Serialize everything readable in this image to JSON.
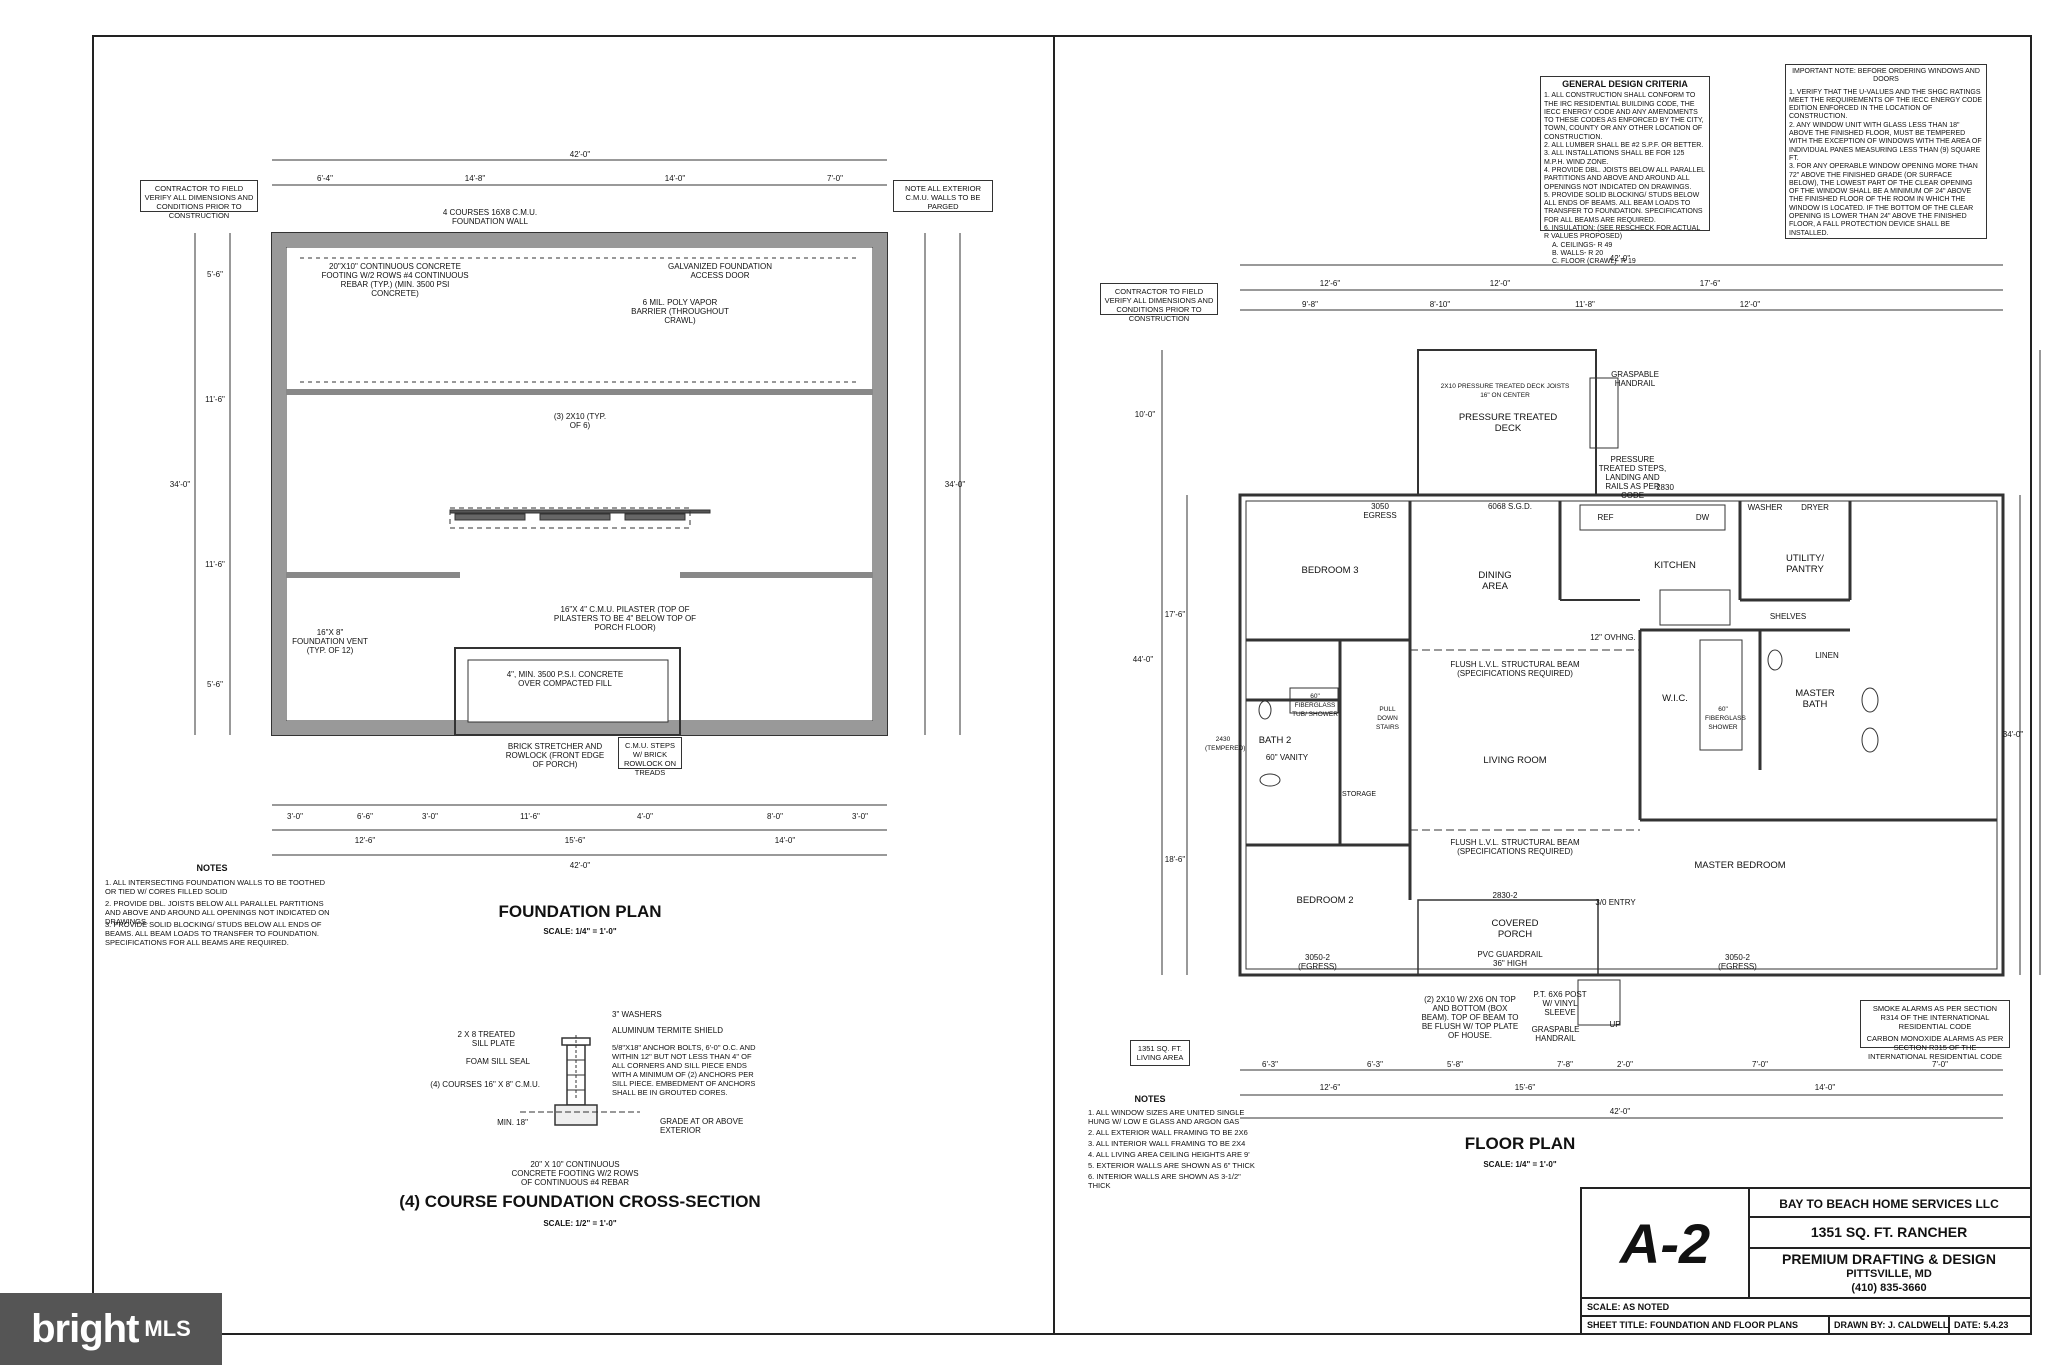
{
  "foundation": {
    "title": "FOUNDATION PLAN",
    "scale": "SCALE: 1/4\" = 1'-0\"",
    "verify_note": "CONTRACTOR TO FIELD VERIFY ALL DIMENSIONS AND CONDITIONS PRIOR TO CONSTRUCTION",
    "parge_note": "NOTE ALL EXTERIOR C.M.U. WALLS TO BE PARGED",
    "overall_dim": "42'-0\"",
    "top_dims": [
      "6'-4\"",
      "14'-8\"",
      "14'-0\"",
      "7'-0\""
    ],
    "bottom_dims_a": [
      "3'-0\"",
      "6'-6\"",
      "3'-0\"",
      "11'-6\"",
      "4'-0\"",
      "8'-0\"",
      "3'-0\""
    ],
    "bottom_dims_b": [
      "12'-6\"",
      "15'-6\"",
      "14'-0\""
    ],
    "left_dims": [
      "5'-6\"",
      "11'-6\"",
      "11'-6\"",
      "5'-6\""
    ],
    "depth_dim": "34'-0\"",
    "labels": {
      "cmu_wall": "4 COURSES 16x8 C.M.U. FOUNDATION WALL",
      "footing": "20\"x10\" CONTINUOUS CONCRETE FOOTING W/2 ROWS #4 CONTINUOUS REBAR (TYP.) (MIN. 3500 PSI CONCRETE)",
      "access_door": "GALVANIZED FOUNDATION ACCESS DOOR",
      "vapor": "6 MIL. POLY VAPOR BARRIER (THROUGHOUT CRAWL)",
      "beam": "(3) 2x10 (TYP. OF 6)",
      "pilaster": "16\"x 4\" C.M.U. PILASTER (TOP OF PILASTERS TO BE 4\" BELOW TOP OF PORCH FLOOR)",
      "vent": "16\"x 8\" FOUNDATION VENT (TYP. OF 12)",
      "concrete": "4\", MIN. 3500 P.S.I. CONCRETE OVER COMPACTED FILL",
      "brick": "BRICK STRETCHER AND ROWLOCK (FRONT EDGE OF PORCH)",
      "steps": "C.M.U. STEPS W/ BRICK ROWLOCK ON TREADS"
    },
    "notes_heading": "NOTES",
    "notes": [
      "1. ALL INTERSECTING FOUNDATION WALLS TO BE TOOTHED OR TIED W/ CORES FILLED SOLID",
      "2. PROVIDE DBL. JOISTS BELOW ALL PARALLEL PARTITIONS AND ABOVE AND AROUND ALL OPENINGS NOT INDICATED ON DRAWINGS.",
      "3. PROVIDE SOLID BLOCKING/ STUDS BELOW ALL ENDS OF BEAMS. ALL BEAM LOADS TO TRANSFER TO FOUNDATION. SPECIFICATIONS FOR ALL BEAMS ARE REQUIRED."
    ]
  },
  "section": {
    "title": "(4) COURSE FOUNDATION CROSS-SECTION",
    "scale": "SCALE: 1/2\" = 1'-0\"",
    "labels": {
      "sill": "2 x 8 TREATED SILL PLATE",
      "washers": "3\" WASHERS",
      "termite": "ALUMINUM TERMITE SHIELD",
      "seal": "FOAM SILL SEAL",
      "bolts": "5/8\"x18\" ANCHOR BOLTS, 6'-0\" O.C. AND WITHIN 12\" BUT NOT LESS THAN 4\" OF ALL CORNERS AND SILL PIECE ENDS WITH A MINIMUM OF (2) ANCHORS PER SILL PIECE. EMBEDMENT OF ANCHORS SHALL BE IN GROUTED CORES.",
      "courses": "(4) COURSES 16\" x 8\" C.M.U.",
      "min": "MIN. 18\"",
      "grade": "GRADE AT OR ABOVE EXTERIOR",
      "footing": "20\" x 10\" CONTINUOUS CONCRETE FOOTING W/2 ROWS OF CONTINUOUS #4 REBAR"
    }
  },
  "floor": {
    "title": "FLOOR PLAN",
    "scale": "SCALE: 1/4\" = 1'-0\"",
    "verify_note": "CONTRACTOR TO FIELD VERIFY ALL DIMENSIONS AND CONDITIONS PRIOR TO CONSTRUCTION",
    "criteria_title": "GENERAL DESIGN CRITERIA",
    "criteria": [
      "1. ALL CONSTRUCTION SHALL CONFORM TO THE IRC RESIDENTIAL BUILDING CODE, THE IECC ENERGY CODE AND ANY AMENDMENTS TO THESE CODES AS ENFORCED BY THE CITY, TOWN, COUNTY OR ANY OTHER LOCATION OF CONSTRUCTION.",
      "2. ALL LUMBER SHALL BE #2 S.P.F. OR BETTER.",
      "3. ALL INSTALLATIONS SHALL BE FOR 125 M.P.H. WIND ZONE.",
      "4. PROVIDE DBL. JOISTS BELOW ALL PARALLEL PARTITIONS AND ABOVE AND AROUND ALL OPENINGS NOT INDICATED ON DRAWINGS.",
      "5. PROVIDE SOLID BLOCKING/ STUDS BELOW ALL ENDS OF BEAMS. ALL BEAM LOADS TO TRANSFER TO FOUNDATION. SPECIFICATIONS FOR ALL BEAMS ARE REQUIRED.",
      "6. INSULATION: (SEE RESCHECK FOR ACTUAL R VALUES PROPOSED)",
      "A. CEILINGS- R 49",
      "B. WALLS- R 20",
      "C. FLOOR (CRAWL)- R 19"
    ],
    "important_title": "IMPORTANT NOTE: BEFORE ORDERING WINDOWS AND DOORS",
    "important": [
      "1. VERIFY THAT THE U-VALUES AND THE SHGC RATINGS MEET THE REQUIREMENTS OF THE IECC ENERGY CODE EDITION ENFORCED IN THE LOCATION OF CONSTRUCTION.",
      "2. ANY WINDOW UNIT WITH GLASS LESS THAN 18\" ABOVE THE FINISHED FLOOR, MUST BE TEMPERED WITH THE EXCEPTION OF WINDOWS WITH THE AREA OF INDIVIDUAL PANES MEASURING LESS THAN (9) SQUARE FT.",
      "3. FOR ANY OPERABLE WINDOW OPENING MORE THAN 72\" ABOVE THE FINISHED GRADE (OR SURFACE BELOW), THE LOWEST PART OF THE CLEAR OPENING OF THE WINDOW SHALL BE A MINIMUM OF 24\" ABOVE THE FINISHED FLOOR OF THE ROOM IN WHICH THE WINDOW IS LOCATED. IF THE BOTTOM OF THE CLEAR OPENING IS LOWER THAN 24\" ABOVE THE FINISHED FLOOR, A FALL PROTECTION DEVICE SHALL BE INSTALLED."
    ],
    "smoke_note": "SMOKE ALARMS AS PER SECTION R314 OF THE INTERNATIONAL RESIDENTIAL CODE",
    "co_note": "CARBON MONOXIDE ALARMS AS PER SECTION R315 OF THE INTERNATIONAL RESIDENTIAL CODE",
    "living_area": "1351 SQ. FT. LIVING AREA",
    "overall_dim": "42'-0\"",
    "top_dims": [
      "12'-6\"",
      "12'-0\"",
      "17'-6\""
    ],
    "top_dims_b": [
      "9'-8\"",
      "8'-10\"",
      "11'-8\"",
      "12'-0\""
    ],
    "bottom_dims_a": [
      "6'-3\"",
      "6'-3\"",
      "5'-8\"",
      "7'-8\"",
      "2'-0\"",
      "7'-0\"",
      "7'-0\""
    ],
    "bottom_dims_b": [
      "12'-6\"",
      "15'-6\"",
      "14'-0\""
    ],
    "left_dims": [
      "10'-0\"",
      "17'-6\"",
      "18'-6\""
    ],
    "depth_dims": [
      "44'-0\"",
      "34'-0\""
    ],
    "rooms": {
      "deck": "PRESSURE TREATED DECK",
      "bedroom3": "BEDROOM 3",
      "dining": "DINING AREA",
      "kitchen": "KITCHEN",
      "utility": "UTILITY/ PANTRY",
      "bath2": "BATH 2",
      "living": "LIVING ROOM",
      "wic": "W.I.C.",
      "master_bath": "MASTER BATH",
      "master_bed": "MASTER BEDROOM",
      "bedroom2": "BEDROOM 2",
      "porch": "COVERED PORCH",
      "storage": "STORAGE",
      "linen": "LINEN",
      "shelves": "SHELVES"
    },
    "labels": {
      "deck_joists": "2x10 PRESSURE TREATED DECK JOISTS 16\" ON CENTER",
      "handrail": "GRASPABLE HANDRAIL",
      "steps": "PRESSURE TREATED STEPS, LANDING AND RAILS AS PER CODE",
      "win_3050": "3050 EGRESS",
      "sgd": "6068 S.G.D.",
      "win_2830": "2830",
      "beam1": "FLUSH L.V.L. STRUCTURAL BEAM (SPECIFICATIONS REQUIRED)",
      "beam2": "FLUSH L.V.L. STRUCTURAL BEAM (SPECIFICATIONS REQUIRED)",
      "tub": "60\" FIBERGLASS TUB/ SHOWER",
      "vanity": "60\" VANITY",
      "shower": "60\" FIBERGLASS SHOWER",
      "entry": "3/0 ENTRY",
      "guardrail": "PVC GUARDRAIL 36\" HIGH",
      "post": "P.T. 6x6 POST W/ VINYL SLEEVE",
      "boxbeam": "(2) 2x10 W/ 2x6 ON TOP AND BOTTOM (BOX BEAM). TOP OF BEAM TO BE FLUSH W/ TOP PLATE OF HOUSE.",
      "handrail2": "GRASPABLE HANDRAIL",
      "ovhng": "12\" OVHNG.",
      "pull_stairs": "PULL DOWN STAIRS",
      "win_2430": "2430 (TEMPERED)",
      "win_3050_2a": "3050-2 (EGRESS)",
      "win_3050_2b": "3050-2 (EGRESS)",
      "win_2830_2": "2830-2",
      "refs": [
        "REF",
        "DW",
        "WASHER",
        "DRYER",
        "UP"
      ]
    },
    "notes_heading": "NOTES",
    "notes": [
      "1. ALL WINDOW SIZES ARE UNITED SINGLE HUNG W/ LOW E GLASS AND ARGON GAS",
      "2. ALL EXTERIOR WALL FRAMING TO BE 2x6",
      "3. ALL INTERIOR WALL FRAMING TO BE 2x4",
      "4. ALL LIVING AREA CEILING HEIGHTS ARE 9'",
      "5. EXTERIOR WALLS ARE SHOWN AS 6\" THICK",
      "6. INTERIOR WALLS ARE SHOWN AS 3-1/2\" THICK"
    ]
  },
  "titleblock": {
    "sheet_number": "A-2",
    "company": "BAY TO BEACH HOME SERVICES LLC",
    "project": "1351 SQ. FT. RANCHER",
    "firm": "PREMIUM DRAFTING & DESIGN",
    "city": "PITTSVILLE, MD",
    "phone": "(410) 835-3660",
    "scale": "SCALE:  AS NOTED",
    "sheet_title": "SHEET TITLE:  FOUNDATION AND FLOOR PLANS",
    "drawn_by": "DRAWN BY:  J. CALDWELL",
    "date": "DATE:  5.4.23"
  },
  "watermark": {
    "brand": "bright",
    "suffix": "MLS"
  }
}
